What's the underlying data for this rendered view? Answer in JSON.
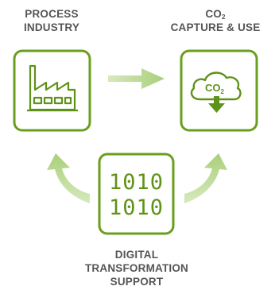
{
  "nodes": {
    "process": {
      "line1": "PROCESS",
      "line2": "INDUSTRY",
      "icon": "factory-icon"
    },
    "capture": {
      "line1_prefix": "CO",
      "line1_sub": "2",
      "line2": "CAPTURE & USE",
      "icon": "co2-cloud-icon",
      "icon_text": "CO",
      "icon_text_sub": "2"
    },
    "digital": {
      "line1": "DIGITAL",
      "line2": "TRANSFORMATION",
      "line3": "SUPPORT",
      "icon": "binary-code-icon",
      "code_row1": "1010",
      "code_row2": "1010"
    }
  },
  "colors": {
    "box_border": "#6a9e1f",
    "icon_dark": "#5f9218",
    "arrow_fill": "#c8e0a8",
    "label_text": "#555555",
    "box_bg": "#ffffff"
  }
}
